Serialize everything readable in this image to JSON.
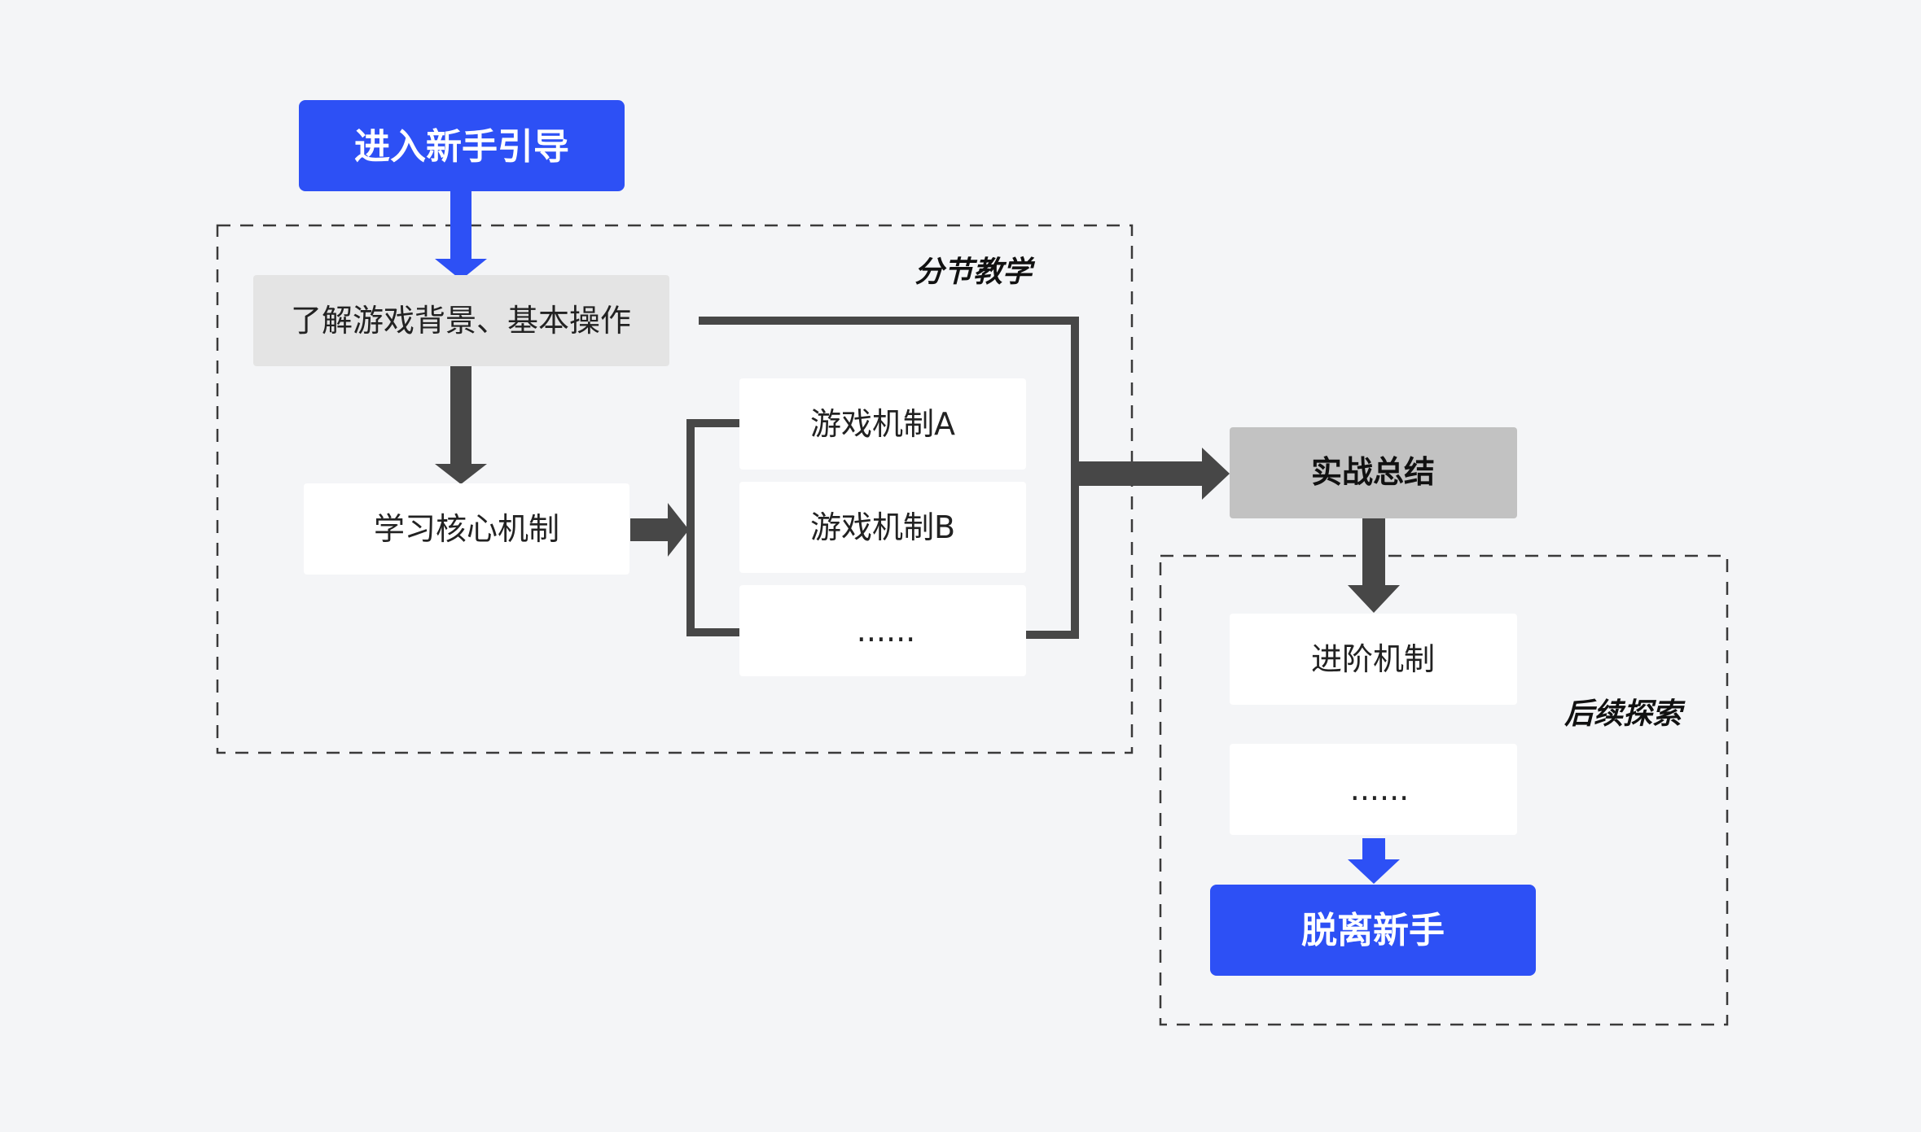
{
  "nodes": {
    "start": "进入新手引导",
    "background": "了解游戏背景、基本操作",
    "core": "学习核心机制",
    "mechA": "游戏机制A",
    "mechB": "游戏机制B",
    "mechMore": "......",
    "summary": "实战总结",
    "advanced": "进阶机制",
    "advancedMore": "......",
    "end": "脱离新手"
  },
  "groups": {
    "teaching": "分节教学",
    "exploration": "后续探索"
  },
  "colors": {
    "background": "#f4f5f7",
    "accent": "#2d50f5",
    "arrow_dark": "#474747",
    "node_light": "#e4e4e4",
    "node_white": "#ffffff",
    "node_gray": "#c2c2c2",
    "dashed_border": "#3a3a3a"
  }
}
